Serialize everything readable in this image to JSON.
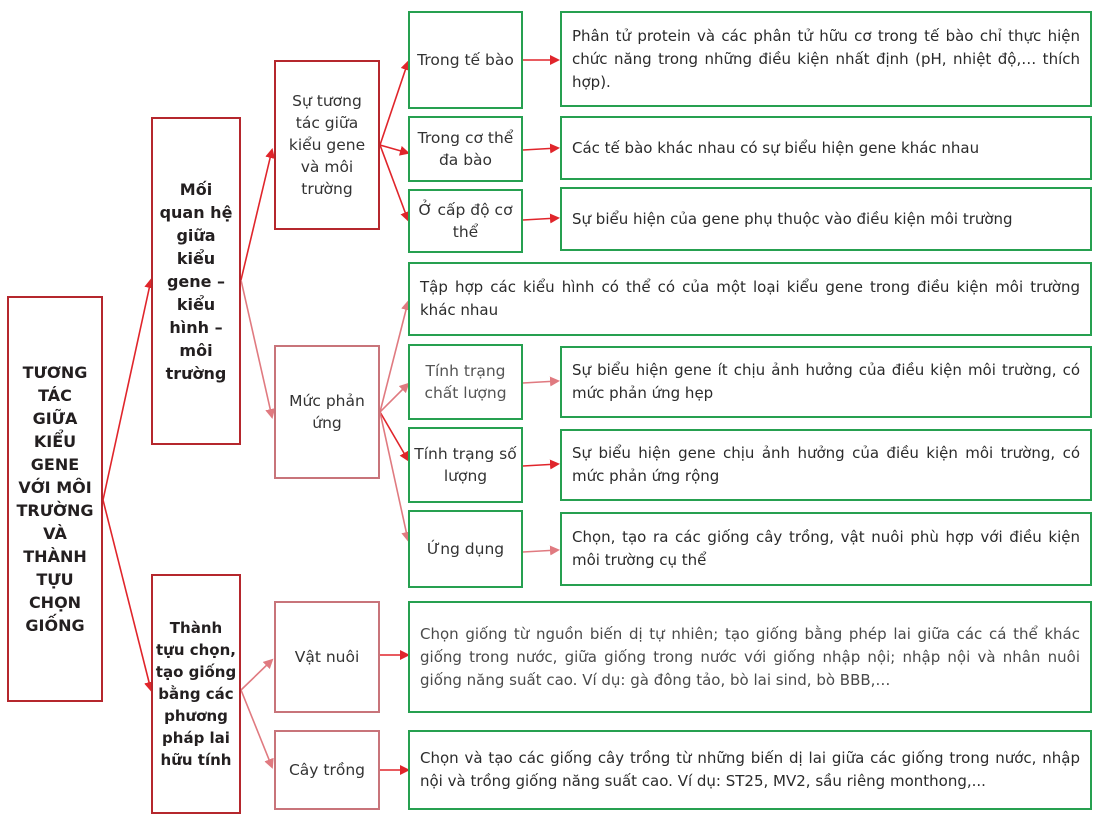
{
  "root": {
    "label": "TƯƠNG TÁC GIỮA KIỂU GENE VỚI MÔI TRƯỜNG VÀ THÀNH TỰU CHỌN GIỐNG"
  },
  "branches": {
    "relation": {
      "label": "Mối quan hệ giữa kiểu gene – kiểu hình – môi trường"
    },
    "achievement": {
      "label": "Thành tựu chọn, tạo giống bằng các phương pháp lai hữu tính"
    }
  },
  "subbranches": {
    "interaction": {
      "label": "Sự tương tác giữa kiểu gene và môi trường"
    },
    "reaction_norm": {
      "label": "Mức phản ứng"
    },
    "livestock": {
      "label": "Vật nuôi"
    },
    "crops": {
      "label": "Cây trồng"
    }
  },
  "leaves": {
    "in_cell": {
      "label": "Trong tế bào",
      "desc": "Phân tử protein và các phân tử hữu cơ trong tế bào chỉ thực hiện chức năng trong những điều kiện nhất định (pH, nhiệt độ,… thích hợp)."
    },
    "multicellular": {
      "label": "Trong cơ thể đa bào",
      "desc": "Các tế bào khác nhau có sự biểu hiện gene khác nhau"
    },
    "organism_level": {
      "label": "Ở cấp độ cơ thể",
      "desc": "Sự biểu hiện của gene phụ thuộc vào điều kiện môi trường"
    },
    "reaction_def": {
      "desc": "Tập hợp các kiểu hình có thể có của một loại kiểu gene trong điều kiện môi trường khác nhau"
    },
    "qualitative": {
      "label": "Tính trạng chất lượng",
      "desc": "Sự biểu hiện gene ít chịu ảnh hưởng của điều kiện môi trường, có mức phản ứng hẹp"
    },
    "quantitative": {
      "label": "Tính trạng số lượng",
      "desc": "Sự biểu hiện gene chịu ảnh hưởng của điều kiện môi trường, có mức phản ứng rộng"
    },
    "application": {
      "label": "Ứng dụng",
      "desc": "Chọn, tạo ra các giống cây trồng, vật nuôi phù hợp với điều kiện môi trường cụ thể"
    },
    "livestock_desc": {
      "desc": "Chọn giống từ nguồn biến dị tự nhiên; tạo giống bằng phép lai giữa các cá thể khác giống trong nước, giữa giống trong nước với giống nhập nội; nhập nội và nhân nuôi giống năng suất cao. Ví dụ: gà đông tảo, bò lai sind, bò BBB,…"
    },
    "crops_desc": {
      "desc": "Chọn và tạo các giống cây trồng từ những biến dị lai giữa các giống trong nước, nhập nội và trồng giống năng suất cao. Ví dụ: ST25, MV2, sầu riêng monthong,..."
    }
  },
  "colors": {
    "red_border": "#b5272d",
    "pink_border": "#c8747a",
    "green_border": "#26a050",
    "arrow_red": "#e0252b",
    "arrow_pink": "#e07a80"
  }
}
